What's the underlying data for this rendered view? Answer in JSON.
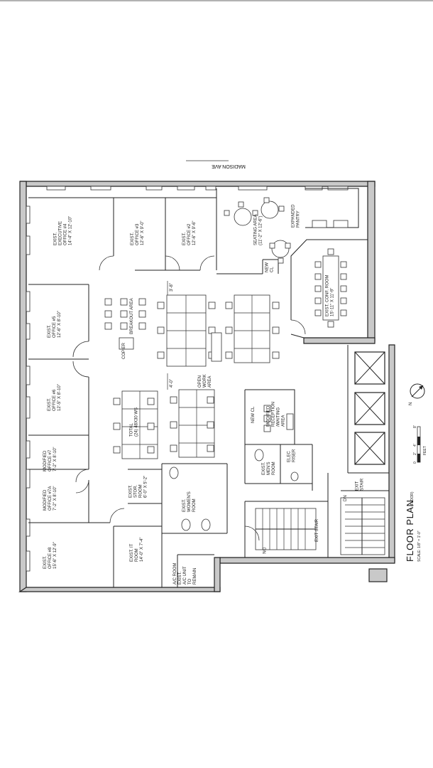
{
  "street": "MADISON AVE",
  "title": {
    "main": "FLOOR PLAN",
    "sub": "(FLOOR)",
    "scale": "SCALE: 1/8\" = 1'-0\""
  },
  "scale_bar": {
    "ticks": [
      "0",
      "2'",
      "4'",
      "8'"
    ],
    "unit": "FEET"
  },
  "north": "N",
  "dims": [
    "3'-8\"",
    "4'-0\""
  ],
  "rooms": [
    {
      "id": "office4",
      "lines": [
        "EXIST.",
        "EXECUTIVE",
        "OFFICE #4",
        "14'-4\" X 12'-10\""
      ]
    },
    {
      "id": "office3",
      "lines": [
        "EXIST.",
        "OFFICE #3",
        "12'-6\" X 9'-0\""
      ]
    },
    {
      "id": "office2",
      "lines": [
        "EXIST.",
        "OFFICE #2",
        "12'-6\" X 9'-6\""
      ]
    },
    {
      "id": "seating",
      "lines": [
        "SEATING AREA",
        "(11'-2\" X 12'-6\")"
      ]
    },
    {
      "id": "pantry",
      "lines": [
        "EXPANDED",
        "PANTRY"
      ]
    },
    {
      "id": "conf",
      "lines": [
        "EXIST. CONF. ROOM",
        "15'-11\" X 11'-9\""
      ]
    },
    {
      "id": "newcl1",
      "lines": [
        "NEW",
        "CL"
      ]
    },
    {
      "id": "office5",
      "lines": [
        "EXIST.",
        "OFFICE #5",
        "12'-6\" X 8'-10\""
      ]
    },
    {
      "id": "breakout",
      "lines": [
        "BREAKOUT AREA"
      ]
    },
    {
      "id": "copier",
      "lines": [
        "COPIER"
      ]
    },
    {
      "id": "openwork",
      "lines": [
        "OPEN",
        "WORK",
        "AREA"
      ]
    },
    {
      "id": "office6",
      "lines": [
        "EXIST.",
        "OFFICE #6",
        "12'-5\" X 8'-10\""
      ]
    },
    {
      "id": "workstations",
      "lines": [
        "TOTAL",
        "(24) 48X30 WS"
      ]
    },
    {
      "id": "reception",
      "lines": [
        "MODIFIED",
        "RECEPTION",
        "/WAITING",
        "AREA"
      ]
    },
    {
      "id": "newcl2",
      "lines": [
        "NEW CL"
      ]
    },
    {
      "id": "office7",
      "lines": [
        "MODIFIED",
        "OFFICE #7",
        "7'-2\" X 8'-10\""
      ]
    },
    {
      "id": "storage",
      "lines": [
        "EXIST.",
        "STOR.",
        "ROOM",
        "6'-0\" X 5'-2\""
      ]
    },
    {
      "id": "womens",
      "lines": [
        "EXIST.",
        "WOMEN'S",
        "ROOM"
      ]
    },
    {
      "id": "mens",
      "lines": [
        "EXIST.",
        "MEN'S",
        "ROOM"
      ]
    },
    {
      "id": "elec",
      "lines": [
        "ELEC",
        "RISER"
      ]
    },
    {
      "id": "exitstair1",
      "lines": [
        "EXIT",
        "STAIR"
      ]
    },
    {
      "id": "office7a",
      "lines": [
        "MODIFIED",
        "OFFICE #7A",
        "7'-2\" X 8'-10\""
      ]
    },
    {
      "id": "office8",
      "lines": [
        "EXIST.",
        "OFFICE #8",
        "15'-6\" X 12'-9\""
      ]
    },
    {
      "id": "itroom",
      "lines": [
        "EXIST. IT",
        "ROOM",
        "14'-0\" X 7'-4\""
      ]
    },
    {
      "id": "acroom",
      "lines": [
        "A/C ROOM",
        "EXIST.",
        "A/C UNIT",
        "TO",
        "REMAIN"
      ]
    },
    {
      "id": "exitstair2",
      "lines": [
        "EXIT STAIR"
      ]
    }
  ],
  "stair_marks": [
    "DN",
    "DN"
  ]
}
